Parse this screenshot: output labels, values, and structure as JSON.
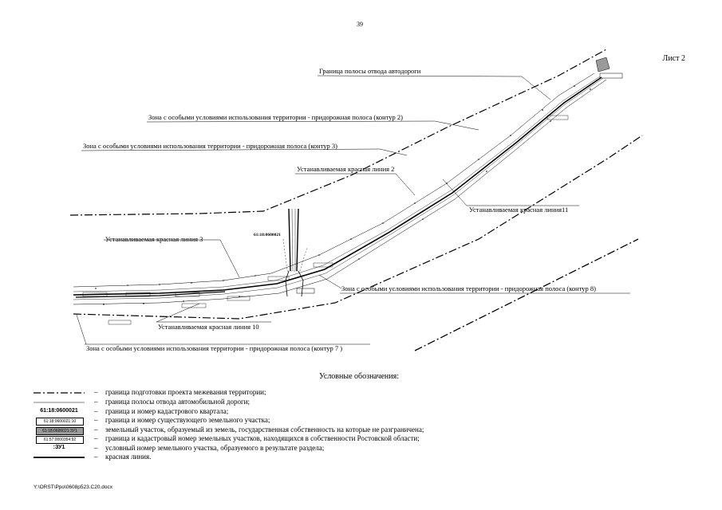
{
  "page_number": "39",
  "sheet_label": "Лист 2",
  "plan": {
    "cadastral_quarter": "61:18:0600021",
    "labels": {
      "right_of_way": "Граница полосы отвода автодороги",
      "zone_contour_2": "Зона с особыми условиями использования территории - придорожная полоса (контур 2)",
      "zone_contour_3": "Зона с особыми условиями использования территории - придорожная полоса (контур 3)",
      "red_line_2": "Устанавливаемая красная линия 2",
      "red_line_11": "Устанавливаемая красная линия11",
      "red_line_3": "Устанавливаемая красная линия 3",
      "zone_contour_8": "Зона с особыми условиями использования территории - придорожная полоса (контур 8)",
      "red_line_10": "Устанавливаемая красная линия 10",
      "zone_contour_7": "Зона с особыми условиями использования территории - придорожная полоса (контур 7 )"
    }
  },
  "legend": {
    "title": "Условные обозначения:",
    "dash": "–",
    "items": [
      {
        "symbol": "dash-dot-line",
        "text": "граница подготовки проекта межевания территории;"
      },
      {
        "symbol": "thin-line",
        "text": "граница полосы отвода автомобильной дороги;"
      },
      {
        "symbol": "quarter-number",
        "symbol_text": "61:18:0600021",
        "text": "граница и номер кадастрового квартала;"
      },
      {
        "symbol": "parcel-box",
        "symbol_text": "61:18:0600021:10",
        "text": "граница и номер существующего земельного участка;"
      },
      {
        "symbol": "parcel-box-grey",
        "symbol_text": "61:18:0600021:ЗУ1",
        "text": "земельный участок, образуемый из земель, государственная собственность на которые не разграничена;"
      },
      {
        "symbol": "parcel-box",
        "symbol_text": "61:57:0000354:92",
        "text": "граница и кадастровый номер земельных участков, находящихся в собственности Ростовской области;"
      },
      {
        "symbol": "conditional-number",
        "symbol_text": ":ЗУ1",
        "text": "условный номер земельного участка, образуемого в результате раздела;"
      },
      {
        "symbol": "thick-line",
        "text": "красная линия."
      }
    ]
  },
  "file_path": "Y:\\ORST\\Ppo\\0608p523.C20.docx"
}
